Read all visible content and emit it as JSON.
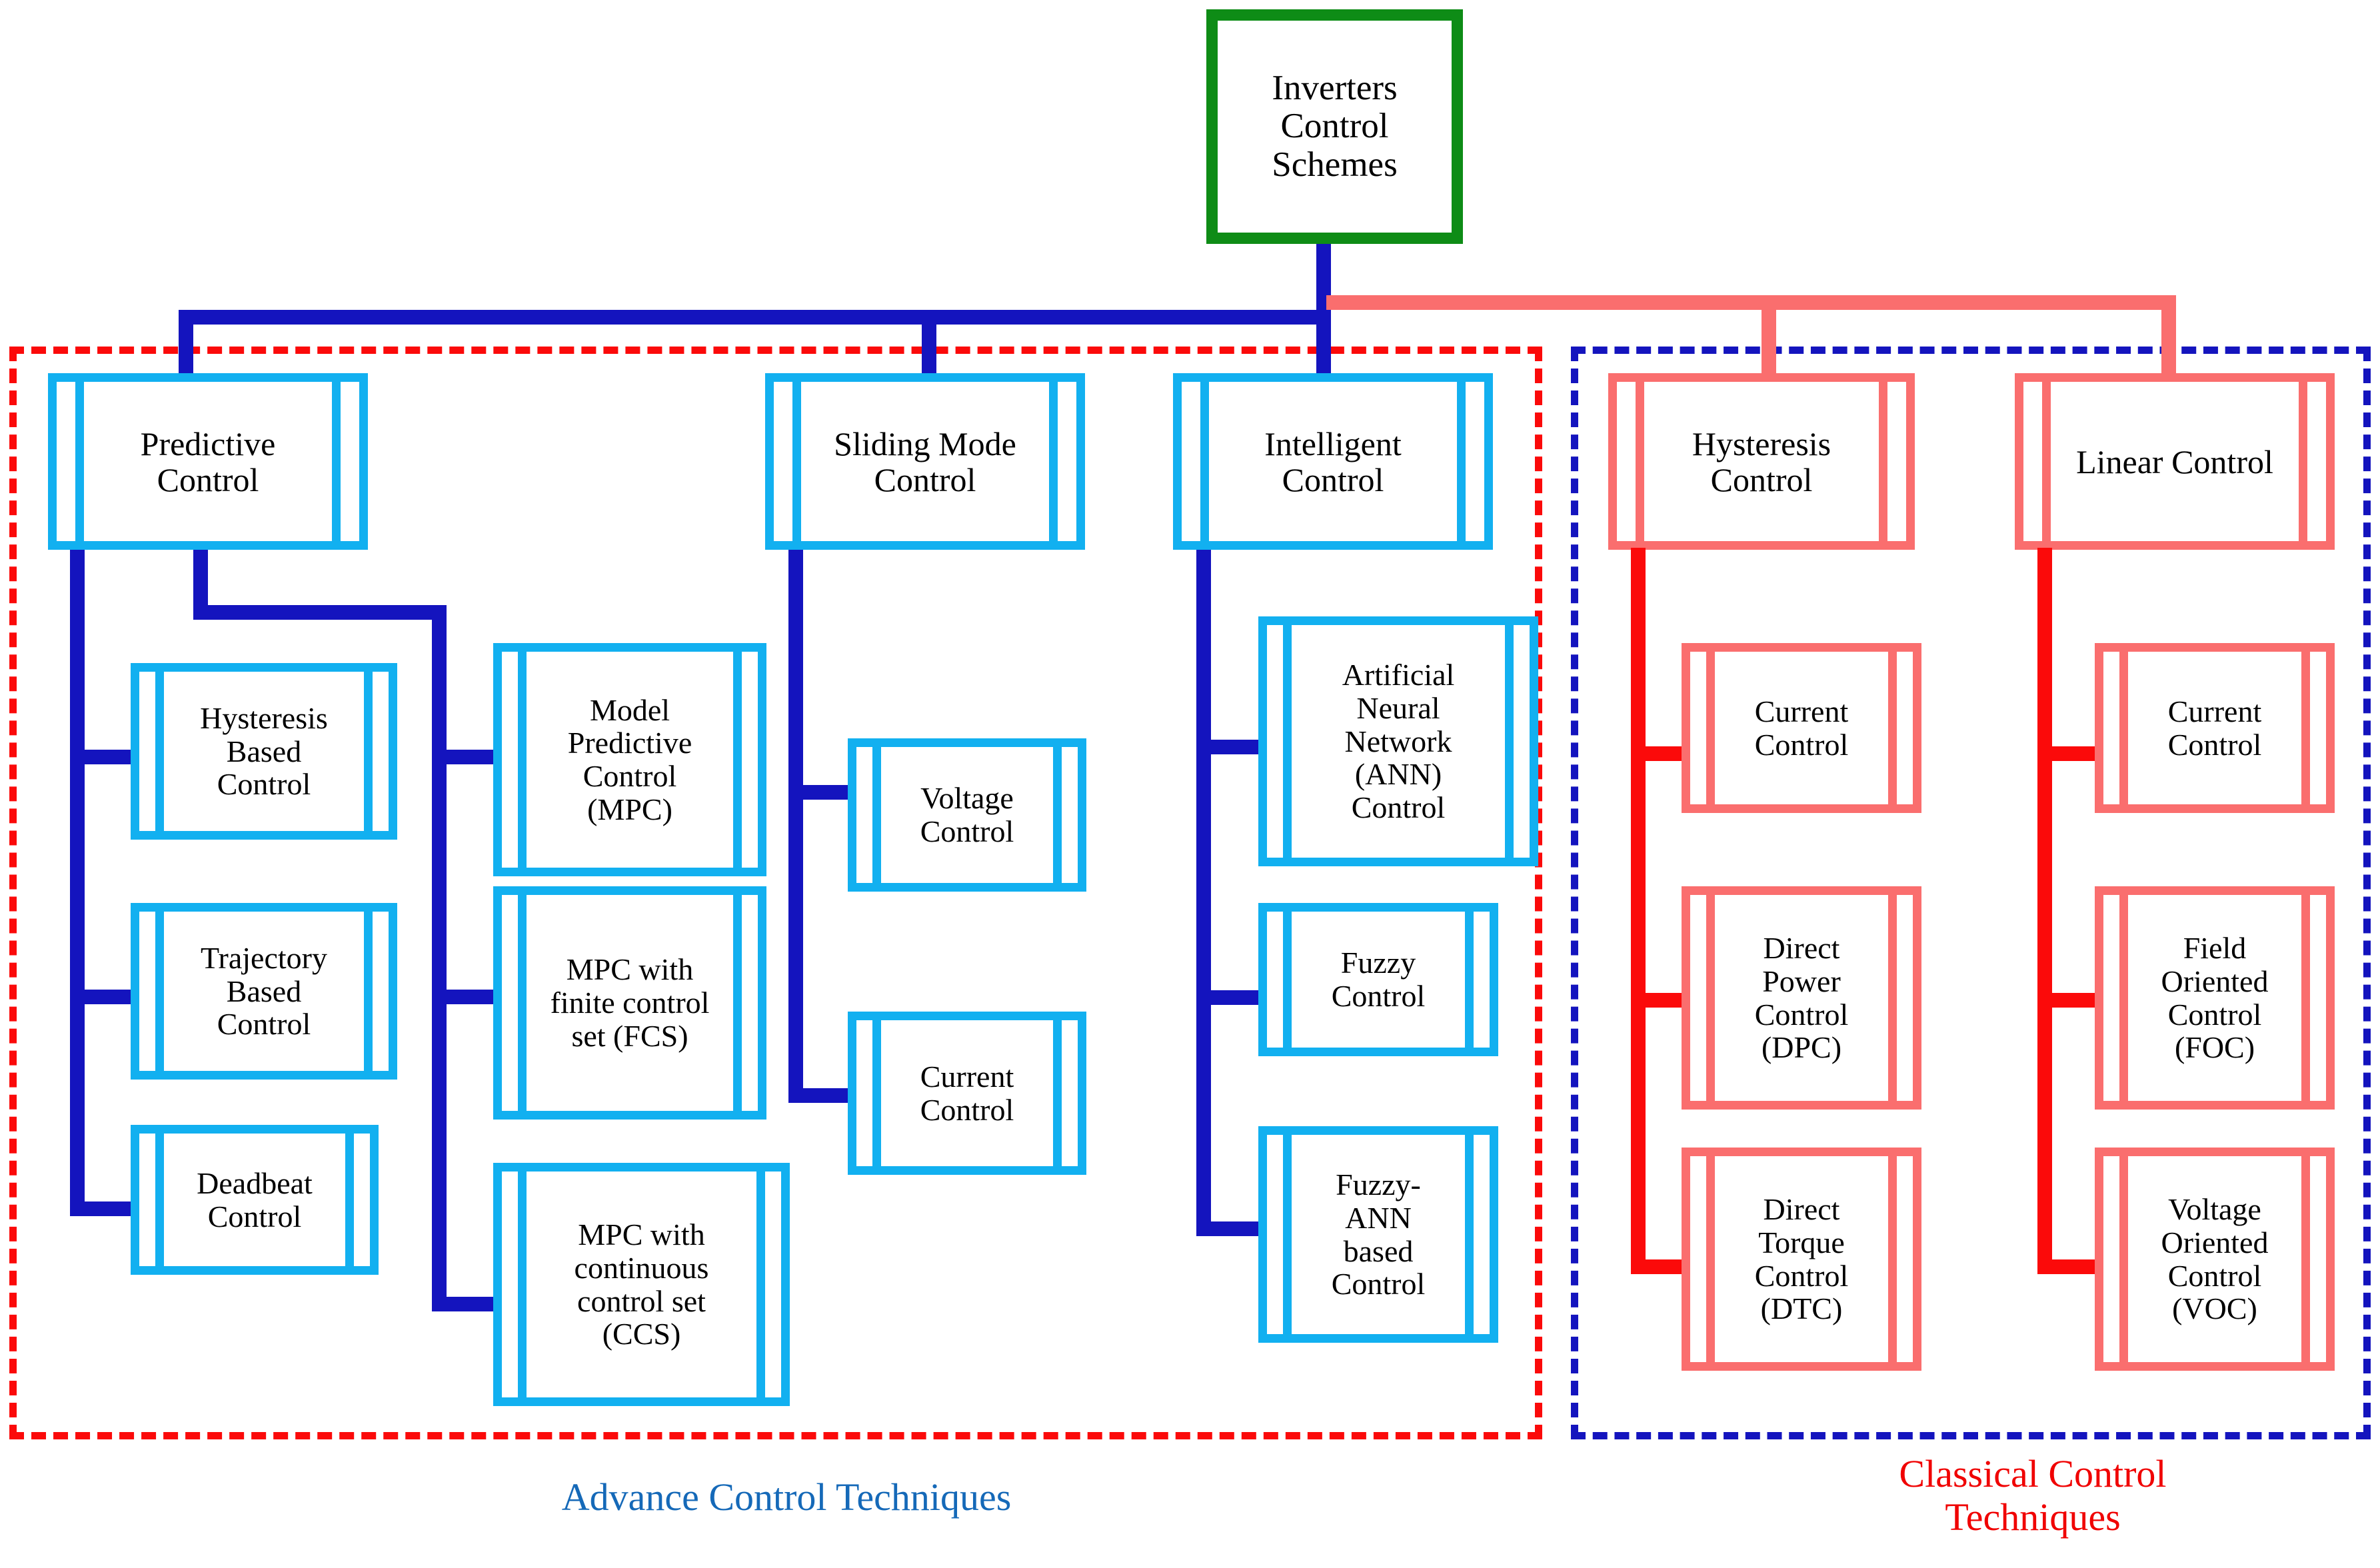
{
  "diagram": {
    "title": "Inverters Control Schemes taxonomy",
    "root": {
      "label": "Inverters\nControl\nSchemes",
      "border_color": "#0E8C16"
    },
    "groups": [
      {
        "key": "advance",
        "caption": "Advance Control Techniques",
        "border_color": "#FB0A0A",
        "caption_color": "#1569B8"
      },
      {
        "key": "classical",
        "caption": "Classical Control\nTechniques",
        "border_color": "#1414BE",
        "caption_color": "#F00000"
      }
    ],
    "branches": [
      {
        "key": "predictive",
        "group": "advance",
        "accent": "#12B0F0",
        "connector": "#1414BE",
        "label": "Predictive\nControl",
        "children_left": [
          {
            "label": "Hysteresis\nBased\nControl"
          },
          {
            "label": "Trajectory\nBased\nControl"
          },
          {
            "label": "Deadbeat\nControl"
          }
        ],
        "children_right": [
          {
            "label": "Model\nPredictive\nControl\n(MPC)"
          },
          {
            "label": "MPC with\nfinite control\nset (FCS)"
          },
          {
            "label": "MPC with\ncontinuous\ncontrol set\n(CCS)"
          }
        ]
      },
      {
        "key": "sliding-mode",
        "group": "advance",
        "accent": "#12B0F0",
        "connector": "#1414BE",
        "label": "Sliding Mode\nControl",
        "children": [
          {
            "label": "Voltage\nControl"
          },
          {
            "label": "Current\nControl"
          }
        ]
      },
      {
        "key": "intelligent",
        "group": "advance",
        "accent": "#12B0F0",
        "connector": "#1414BE",
        "label": "Intelligent\nControl",
        "children": [
          {
            "label": "Artificial\nNeural\nNetwork\n(ANN)\nControl"
          },
          {
            "label": "Fuzzy\nControl"
          },
          {
            "label": "Fuzzy-\nANN\nbased\nControl"
          }
        ]
      },
      {
        "key": "hysteresis",
        "group": "classical",
        "accent": "#FA6E6E",
        "connector": "#FB0A0A",
        "label": "Hysteresis\nControl",
        "children": [
          {
            "label": "Current\nControl"
          },
          {
            "label": "Direct\nPower\nControl\n(DPC)"
          },
          {
            "label": "Direct\nTorque\nControl\n(DTC)"
          }
        ]
      },
      {
        "key": "linear",
        "group": "classical",
        "accent": "#FA6E6E",
        "connector": "#FB0A0A",
        "label": "Linear Control",
        "children": [
          {
            "label": "Current\nControl"
          },
          {
            "label": "Field\nOriented\nControl\n(FOC)"
          },
          {
            "label": "Voltage\nOriented\nControl\n(VOC)"
          }
        ]
      }
    ]
  }
}
